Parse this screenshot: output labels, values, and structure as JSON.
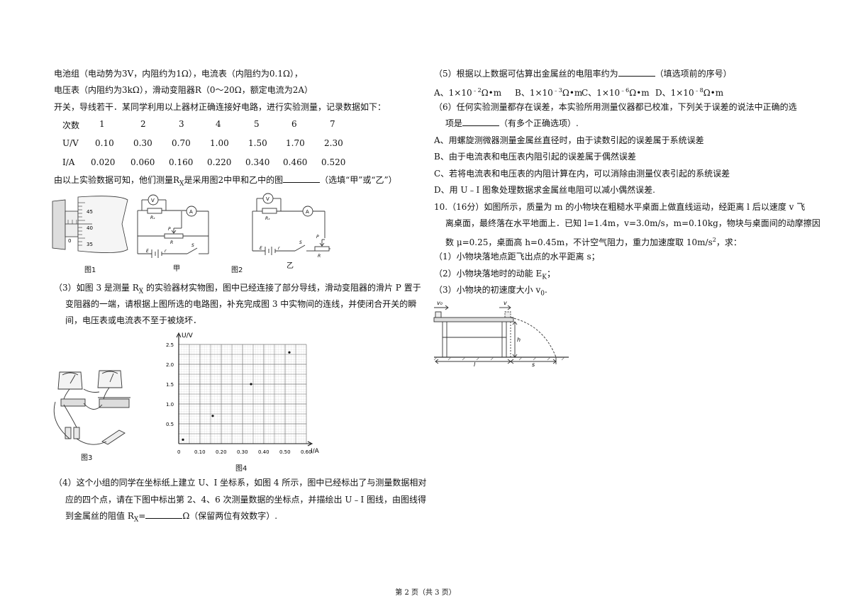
{
  "left": {
    "intro": [
      "电池组（电动势为3V，内阻约为1Ω），电流表（内阻约为0.1Ω），",
      "电压表（内阻约为3kΩ），滑动变阻器R（0～20Ω，额定电流为2A）",
      "开关，导线若干．某同学利用以上器材正确连接好电路，进行实验测量，记录数据如下："
    ],
    "table": {
      "row_labels": [
        "次数",
        "U/V",
        "I/A"
      ],
      "counts": [
        "1",
        "2",
        "3",
        "4",
        "5",
        "6",
        "7"
      ],
      "u": [
        "0.10",
        "0.30",
        "0.70",
        "1.00",
        "1.50",
        "1.70",
        "2.30"
      ],
      "i": [
        "0.020",
        "0.060",
        "0.160",
        "0.220",
        "0.340",
        "0.460",
        "0.520"
      ]
    },
    "question_rx_pre": "由以上实验数据可知，他们测量R",
    "question_rx_sub": "X",
    "question_rx_post": "是采用图2中甲和乙中的图",
    "question_rx_tail": "（选填“甲”或“乙”）",
    "fig1_caption": "图1",
    "fig2_caption": "图2",
    "fig2_label_jia": "甲",
    "fig2_label_yi": "乙",
    "micrometer_ticks": [
      "45",
      "40",
      "35",
      "0"
    ],
    "q3_lines": [
      "（3）如图 3 是测量 R",
      "X",
      " 的实验器材实物图，图中已经连接了部分导线，滑动变阻器的滑片 P 置于",
      "变阻器的一端，请根据上图所选的电路图，补充完成图 3 中实物间的连线，并使闭合开关的瞬",
      "间，电压表或电流表不至于被烧坏．"
    ],
    "fig3_caption": "图3",
    "fig4_caption": "图4",
    "q4_lines": [
      "（4）这个小组的同学在坐标纸上建立 U、I 坐标系，如图 4 所示，图中已经标出了与测量数据相对",
      "应的四个点，请在下图中标出第 2、4、6 次测量数据的坐标点，并描绘出 U﹣I 图线，由图线得",
      "到金属丝的阻值 R"
    ],
    "q4_sub": "X",
    "q4_eq": "=",
    "q4_tail": "Ω（保留两位有效数字）."
  },
  "chart_data": {
    "type": "scatter",
    "xlabel": "I/A",
    "ylabel": "U/V",
    "xlim": [
      0,
      0.6
    ],
    "ylim": [
      0,
      2.5
    ],
    "x_ticks": [
      "0",
      "0.10",
      "0.20",
      "0.30",
      "0.40",
      "0.50",
      "0.60"
    ],
    "y_ticks": [
      "0.5",
      "1.0",
      "1.5",
      "2.0",
      "2.5"
    ],
    "points": [
      {
        "x": 0.02,
        "y": 0.1
      },
      {
        "x": 0.16,
        "y": 0.7
      },
      {
        "x": 0.34,
        "y": 1.5
      },
      {
        "x": 0.52,
        "y": 2.3
      }
    ]
  },
  "right": {
    "q5": "（5）根据以上数据可估算出金属丝的电阻率约为",
    "q5_tail": "（填选项前的序号）",
    "q5_options": [
      {
        "pre": "A、1×10",
        "sup": "﹣2",
        "post": "Ω•m"
      },
      {
        "pre": "B、1×10",
        "sup": "﹣3",
        "post": "Ω•m"
      },
      {
        "pre": "C、1×10",
        "sup": "﹣6",
        "post": "Ω•m"
      },
      {
        "pre": "D、1×10",
        "sup": "﹣8",
        "post": "Ω•m"
      }
    ],
    "q6_line1": "（6）任何实验测量都存在误差，本实验所用测量仪器都已校准，下列关于误差的说法中正确的选",
    "q6_line2_pre": "项是",
    "q6_line2_tail": "（有多个正确选项）.",
    "q6_options": [
      "A、用螺旋测微器测量金属丝直径时，由于读数引起的误差属于系统误差",
      "B、由于电流表和电压表内阻引起的误差属于偶然误差",
      "C、若将电流表和电压表的内阻计算在内，可以消除由测量仪表引起的系统误差",
      "D、用 U﹣I 图象处理数据求金属丝电阻可以减小偶然误差."
    ],
    "q10_line1": "10.（16分）如图所示，质量为 m 的小物块在粗糙水平桌面上做直线运动，经距离 l 后以速度 v 飞",
    "q10_line2": "离桌面，最终落在水平地面上．已知 l=1.4m，v=3.0m/s，m=0.10kg，物块与桌面间的动摩擦因",
    "q10_line3_pre": "数 μ=0.25，桌面高 h=0.45m，不计空气阻力，重力加速度取 10m/s",
    "q10_line3_sup": "2",
    "q10_line3_post": "，求：",
    "q10_items": [
      "（1）小物块落地点距飞出点的水平距离 s；",
      "（2）小物块落地时的动能 E",
      "（3）小物块的初速度大小 v"
    ],
    "q10_ek_sub": "K",
    "q10_ek_tail": "；",
    "q10_v0_sub": "0",
    "q10_v0_tail": "."
  },
  "footer": "第 2 页（共 3 页）"
}
